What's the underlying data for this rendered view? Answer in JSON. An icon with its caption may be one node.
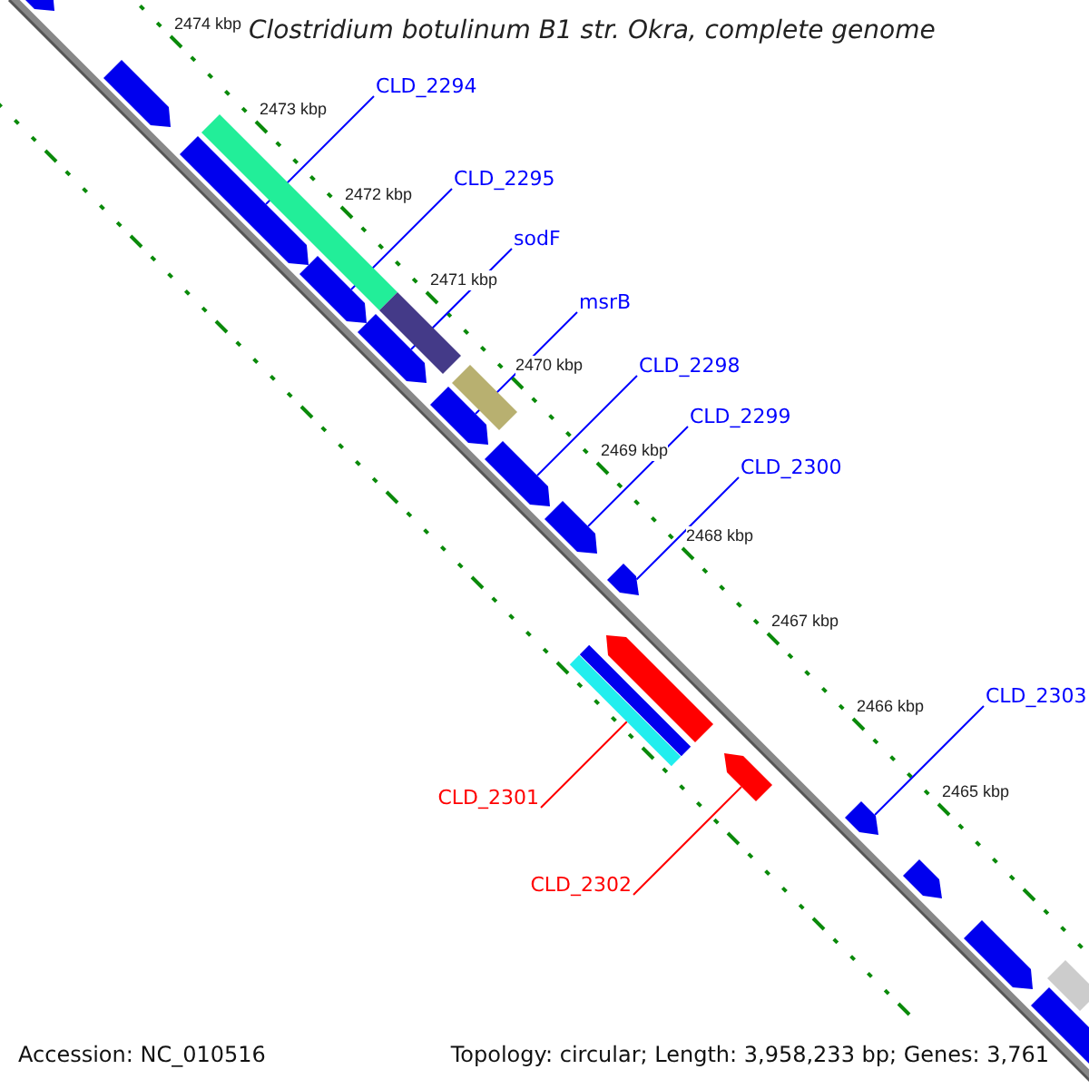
{
  "diagram": {
    "title": "Clostridium botulinum B1 str. Okra, complete genome",
    "nodes": [
      {
        "text": [
          "CLD_2294"
        ]
      },
      {
        "text": [
          "CLD_2295"
        ]
      },
      {
        "text": [
          "sodF"
        ]
      },
      {
        "text": [
          "msrB"
        ]
      },
      {
        "text": [
          "CLD_2298"
        ]
      },
      {
        "text": [
          "CLD_2299"
        ]
      },
      {
        "text": [
          "CLD_2300"
        ]
      },
      {
        "text": [
          "CLD_2303"
        ]
      },
      {
        "text": [
          "CLD_2301"
        ]
      },
      {
        "text": [
          "CLD_2302"
        ]
      },
      {
        "text": [],
        "shape": "arrow"
      },
      {
        "text": [],
        "shape": "arrow"
      },
      {
        "text": [],
        "shape": "bar"
      },
      {
        "text": [],
        "shape": "arrow"
      },
      {
        "text": [],
        "shape": "arrow"
      },
      {
        "text": [],
        "shape": "bar"
      },
      {
        "text": [],
        "shape": "arrow"
      },
      {
        "text": [],
        "shape": "bar"
      },
      {
        "text": [],
        "shape": "arrow"
      },
      {
        "text": [],
        "shape": "arrow"
      },
      {
        "text": [],
        "shape": "arrow"
      },
      {
        "text": [],
        "shape": "arrow"
      },
      {
        "text": [],
        "shape": "bar"
      },
      {
        "text": [],
        "shape": "bar"
      },
      {
        "text": [],
        "shape": "arrow"
      },
      {
        "text": [],
        "shape": "arrow"
      },
      {
        "text": [],
        "shape": "arrow"
      },
      {
        "text": [],
        "shape": "arrow"
      },
      {
        "text": [],
        "shape": "arrow"
      },
      {
        "text": [],
        "shape": "bar"
      },
      {
        "text": [],
        "shape": "arrow"
      }
    ],
    "edges": [
      {
        "from": 0,
        "to": 13,
        "arrow": "none"
      },
      {
        "from": 1,
        "to": 14,
        "arrow": "none"
      },
      {
        "from": 2,
        "to": 16,
        "arrow": "none"
      },
      {
        "from": 3,
        "to": 18,
        "arrow": "none"
      },
      {
        "from": 4,
        "to": 19,
        "arrow": "none"
      },
      {
        "from": 5,
        "to": 20,
        "arrow": "none"
      },
      {
        "from": 6,
        "to": 21,
        "arrow": "none"
      },
      {
        "from": 7,
        "to": 26,
        "arrow": "none"
      },
      {
        "from": 8,
        "to": 23,
        "arrow": "none",
        "color": "#ff0000"
      },
      {
        "from": 9,
        "to": 25,
        "arrow": "none",
        "color": "#ff0000"
      }
    ],
    "labels": [
      "2474 kbp",
      "2473 kbp",
      "2472 kbp",
      "2471 kbp",
      "2470 kbp",
      "2469 kbp",
      "2468 kbp",
      "2467 kbp",
      "2466 kbp",
      "2465 kbp",
      "Accession: NC_010516",
      "Topology: circular; Length: 3,958,233 bp; Genes: 3,761"
    ]
  }
}
